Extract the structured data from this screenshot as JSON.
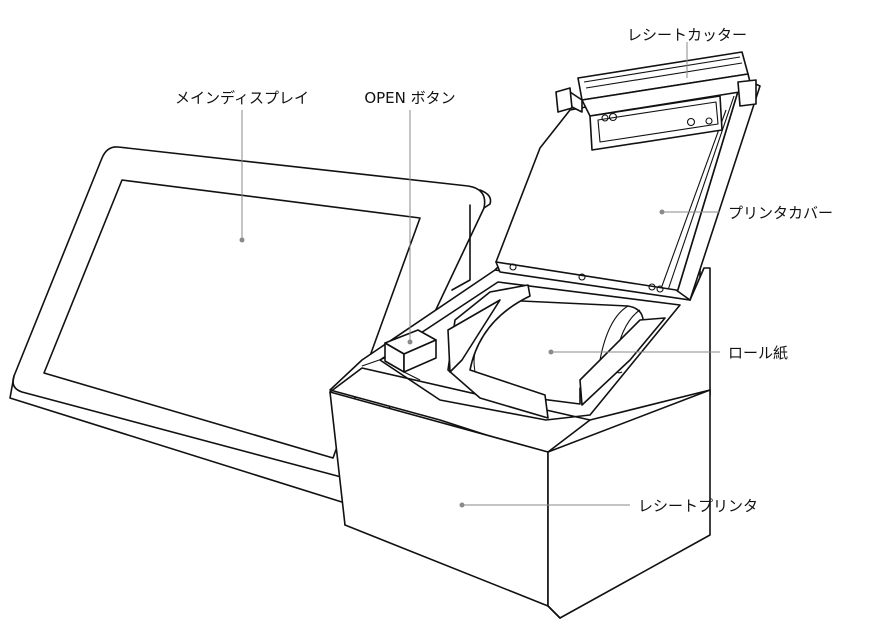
{
  "labels": {
    "receipt_cutter": "レシートカッター",
    "main_display": "メインディスプレイ",
    "open_button": "OPEN ボタン",
    "printer_cover": "プリンタカバー",
    "roll_paper": "ロール紙",
    "receipt_printer": "レシートプリンタ"
  },
  "colors": {
    "line": "#111111",
    "leader": "#8a8a8a",
    "background": "#ffffff"
  }
}
